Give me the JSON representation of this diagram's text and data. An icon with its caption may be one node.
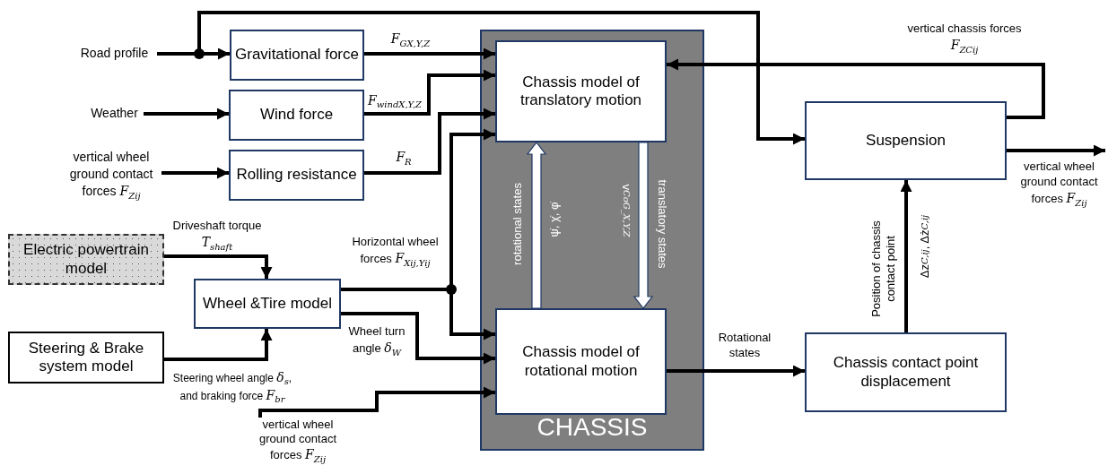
{
  "diagram": {
    "nodes": [
      {
        "text": [
          "Road profile"
        ]
      },
      {
        "text": [
          "Weather"
        ]
      },
      {
        "text": [
          "vertical wheel ground contact forces *F*$_{Zij}$"
        ]
      },
      {
        "text": [
          "Gravitational force"
        ]
      },
      {
        "text": [
          "Wind force"
        ]
      },
      {
        "text": [
          "Rolling resistance"
        ]
      },
      {
        "text": [
          "Electric powertrain model"
        ]
      },
      {
        "text": [
          "Wheel &Tire model"
        ]
      },
      {
        "text": [
          "Steering & Brake system model"
        ]
      },
      {
        "text": [
          "CHASSIS"
        ]
      },
      {
        "text": [
          "Chassis model of translatory motion"
        ],
        "in": 9
      },
      {
        "text": [
          "Chassis model of rotational motion"
        ],
        "in": 9
      },
      {
        "text": [
          "Suspension"
        ]
      },
      {
        "text": [
          "Chassis contact point displacement"
        ]
      },
      {
        "text": [
          "vertical wheel ground contact forces *F*$_{Zij}$"
        ]
      }
    ],
    "edges": [
      {
        "from": 0,
        "to": 3,
        "arrow": "to"
      },
      {
        "from": 0,
        "to": 12,
        "arrow": "to"
      },
      {
        "from": 1,
        "to": 4,
        "arrow": "to"
      },
      {
        "from": 2,
        "to": 5,
        "arrow": "to"
      },
      {
        "from": 3,
        "to": 10,
        "arrow": "to",
        "label": "*F*$_{GX,Y,Z}$"
      },
      {
        "from": 4,
        "to": 10,
        "arrow": "to",
        "label": "*F*$_{windX,Y,Z}$"
      },
      {
        "from": 5,
        "to": 10,
        "arrow": "to",
        "label": "*F*$_{R}$"
      },
      {
        "from": 7,
        "to": 10,
        "arrow": "to",
        "label": "Horizontal wheel forces *F*$_{Xij,Yij}$"
      },
      {
        "from": 7,
        "to": 11,
        "arrow": "to"
      },
      {
        "from": 7,
        "to": 11,
        "arrow": "to",
        "label": "Wheel turn angle *δ*$_{W}$"
      },
      {
        "from": 6,
        "to": 7,
        "arrow": "to",
        "label": "Driveshaft torque *T*$_{shaft}$"
      },
      {
        "from": 8,
        "to": 7,
        "arrow": "to",
        "label": "Steering wheel angle *δ*$_{s}$, and braking force *F*$_{br}$"
      },
      {
        "from": 14,
        "to": 11,
        "arrow": "to"
      },
      {
        "from": 12,
        "to": 10,
        "arrow": "to",
        "label": "vertical chassis forces *F*$_{ZCij}$"
      },
      {
        "from": 12,
        "to": null,
        "arrow": "to",
        "label": "vertical wheel ground contact forces *F*$_{Zij}$"
      },
      {
        "from": 11,
        "to": 13,
        "arrow": "to",
        "label": "Rotational states"
      },
      {
        "from": 13,
        "to": 12,
        "arrow": "to",
        "label": "Position of chassis contact point"
      },
      {
        "from": 11,
        "to": 10,
        "arrow": "to",
        "label": "rotational states",
        "color": "#ffffff"
      },
      {
        "from": 10,
        "to": 11,
        "arrow": "to",
        "label": "translatory states",
        "color": "#ffffff"
      }
    ],
    "labels": [
      "ψ̇, χ̇, φ̇",
      "v$_{CoG_X,Y,Z}$",
      "Δz$_{C,ij}$, Δż$_{C,ij}$"
    ]
  }
}
